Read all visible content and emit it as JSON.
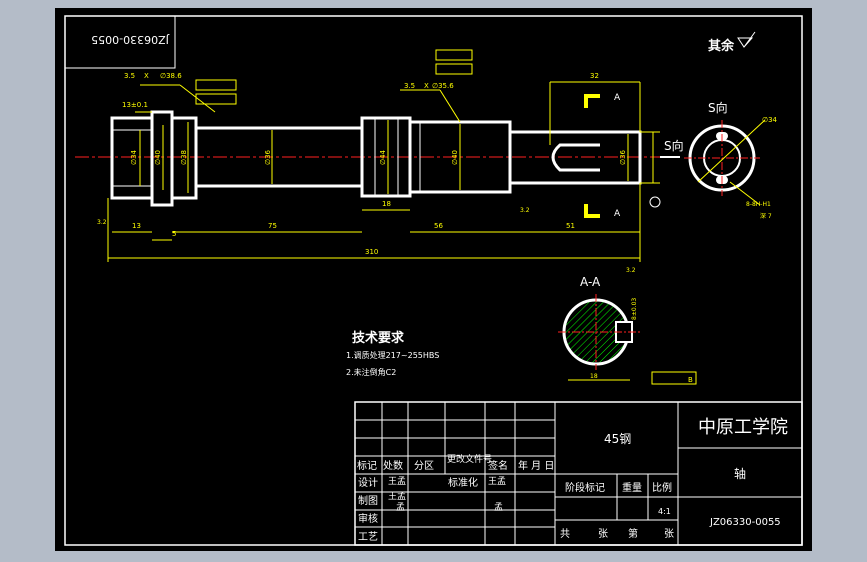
{
  "drawing": {
    "number_rotated": "JZ06330-0055",
    "finish_other": "其余",
    "view_s_label": "S向",
    "view_s_side": "S向",
    "view_aa_label": "A-A",
    "section_a": "A"
  },
  "dimensions": {
    "d_3_5": "3.5",
    "d_x": "X",
    "d_phi38": "∅38.6",
    "d_13": "13±0.1",
    "d_3_5b": "3.5",
    "d_x2": "X",
    "d_phi35": "∅35.6",
    "d_32": "32",
    "d_75": "75",
    "d_56": "56",
    "d_51": "51",
    "d_310": "310",
    "d_18": "18",
    "d_13b": "13",
    "d_5": "5",
    "d_phi34": "∅34",
    "d_phi40": "∅40",
    "d_phi38v": "∅38",
    "d_phi36": "∅36",
    "d_phi44": "∅44",
    "d_phi40b": "∅40",
    "d_phi36b": "∅36",
    "d_8_0": "8-8H-H1",
    "d_depth7": "深 7",
    "d_18b": "18",
    "d_3_2": "3.2",
    "d_b": "B",
    "d_8_01": "8±0.03"
  },
  "tech_requirements": {
    "title": "技术要求",
    "line1": "1.调质处理217~255HBS",
    "line2": "2.未注倒角C2"
  },
  "title_block": {
    "material": "45钢",
    "school": "中原工学院",
    "part_name": "轴",
    "drawing_no": "JZ06330-0055",
    "marker": "标记",
    "count": "处数",
    "zone": "分区",
    "change_doc": "更改文件号",
    "sign": "签名",
    "date": "年 月 日",
    "design": "设计",
    "drafting": "制图",
    "check": "审核",
    "process": "工艺",
    "standardize": "标准化",
    "stage_mark": "阶段标记",
    "weight": "重量",
    "scale": "比例",
    "scale_val": "4:1",
    "sheets_total": "共",
    "sheets_word": "张",
    "sheet_no": "第",
    "sheet_word": "张",
    "name1": "王孟",
    "name2": "王孟",
    "name3": "孟",
    "name4": "王孟",
    "name5": "孟"
  },
  "colors": {
    "outline": "#ffffff",
    "dim": "#ffff00",
    "center": "#ff2020",
    "hatch": "#00ff00",
    "sheet": "#000000",
    "backdrop": "#b4bcc8"
  }
}
